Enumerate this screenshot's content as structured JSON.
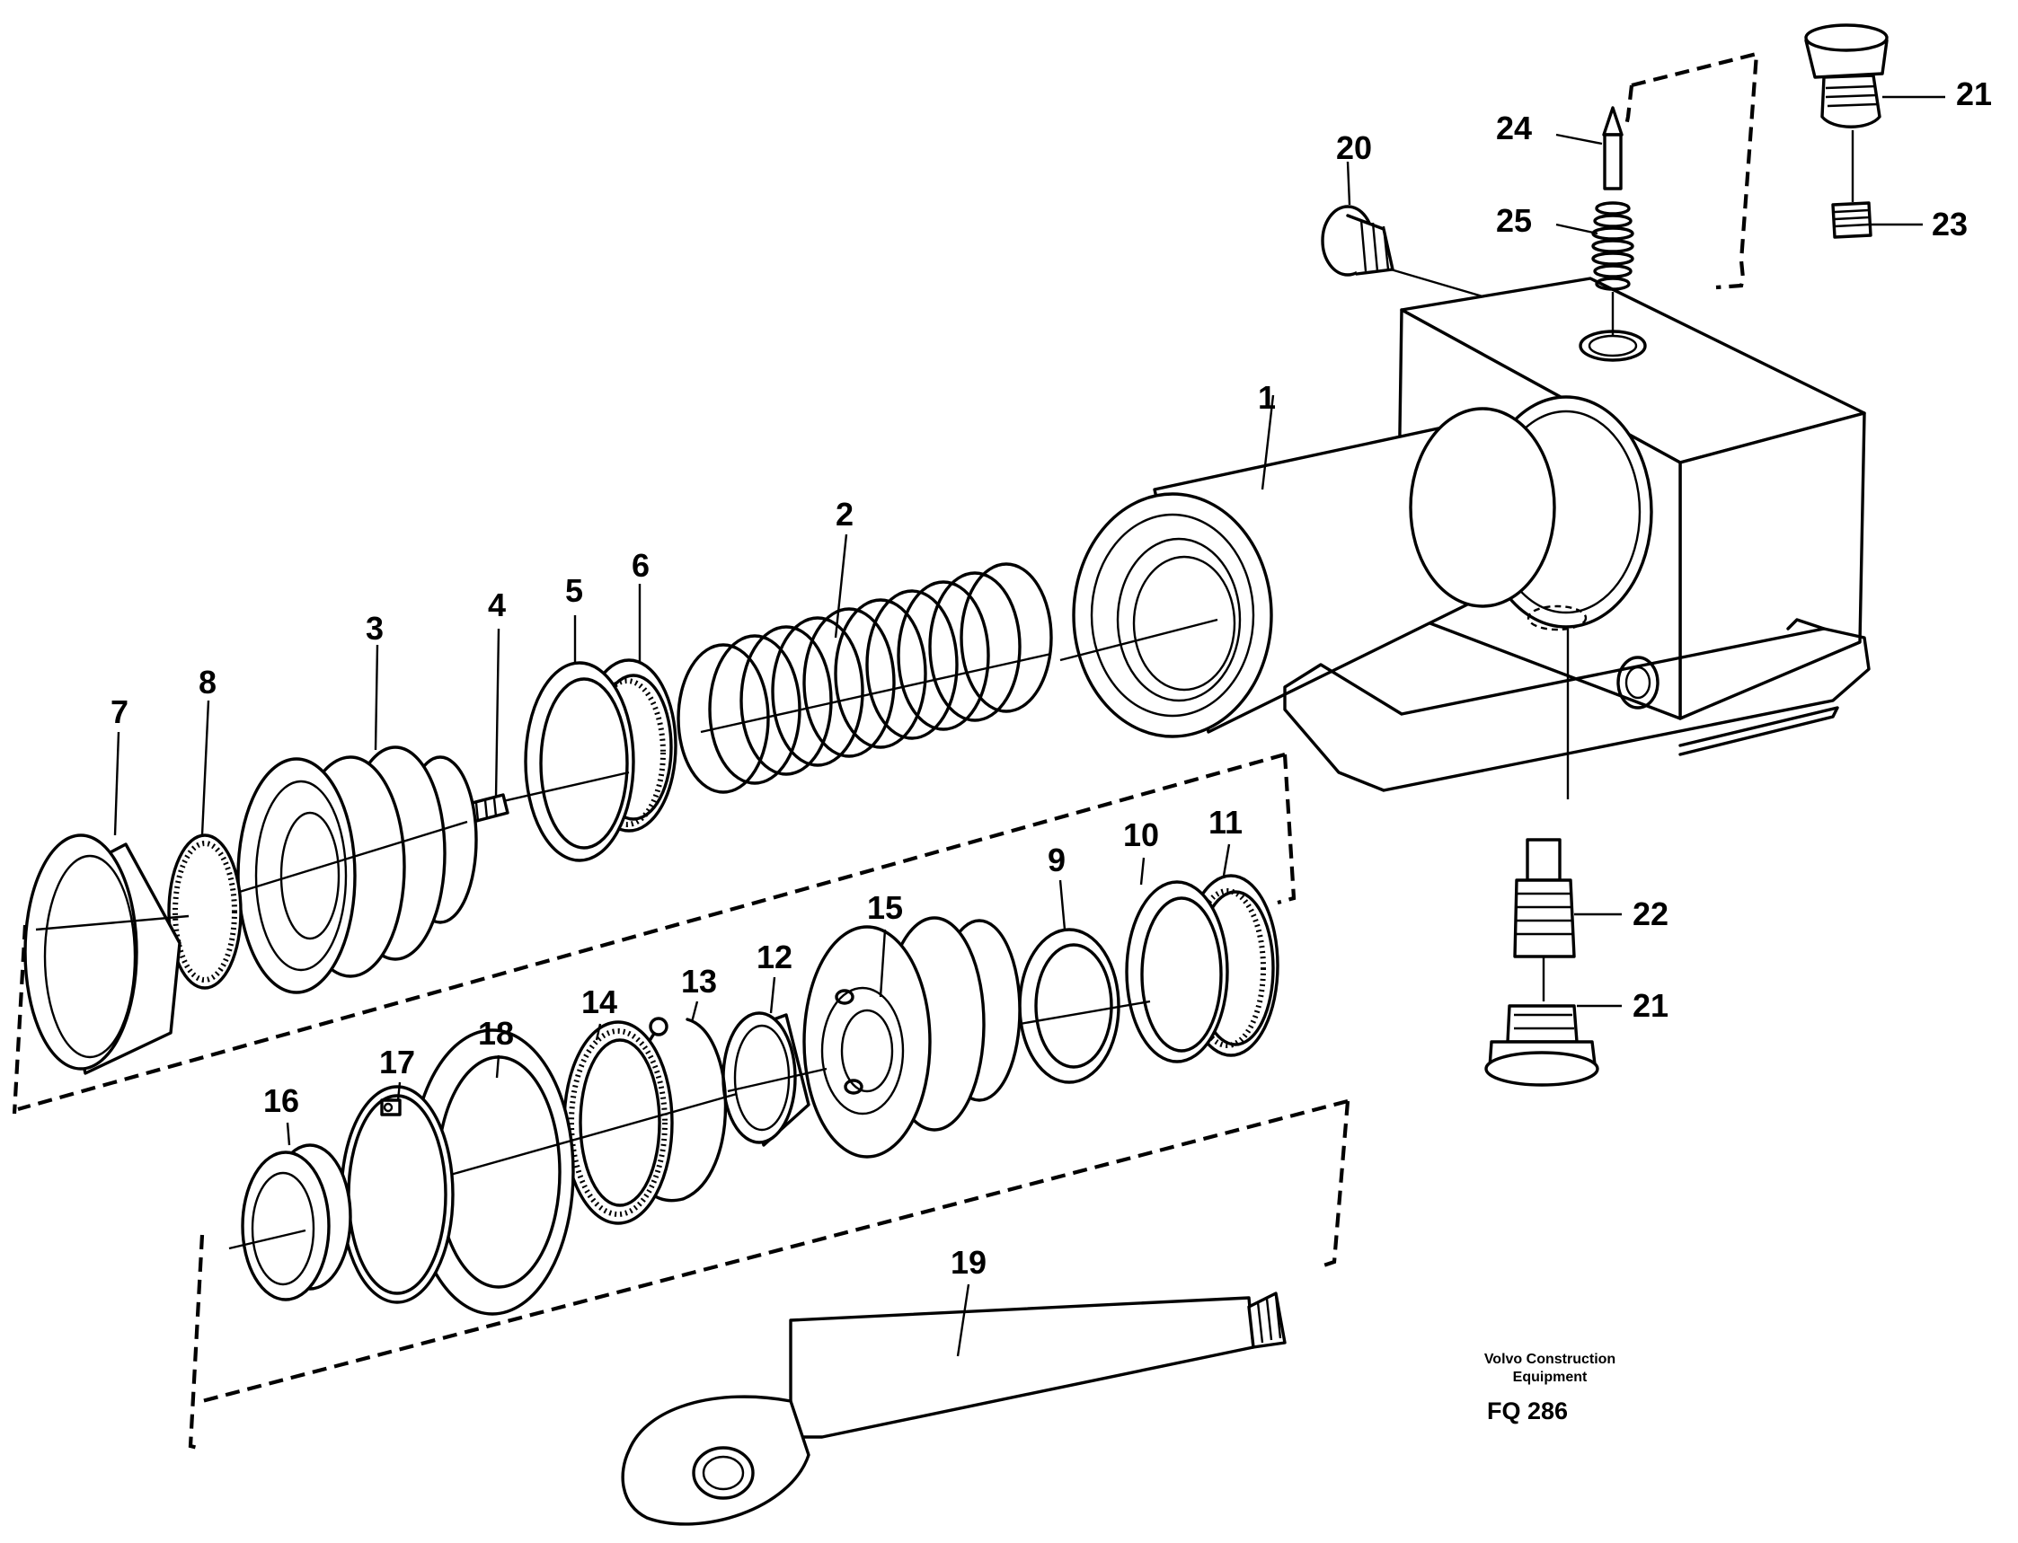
{
  "callouts": {
    "c1": "1",
    "c2": "2",
    "c3": "3",
    "c4": "4",
    "c5": "5",
    "c6": "6",
    "c7": "7",
    "c8": "8",
    "c9": "9",
    "c10": "10",
    "c11": "11",
    "c12": "12",
    "c13": "13",
    "c14": "14",
    "c15": "15",
    "c16": "16",
    "c17": "17",
    "c18": "18",
    "c19": "19",
    "c20": "20",
    "c21_top": "21",
    "c21_bottom": "21",
    "c22": "22",
    "c23": "23",
    "c24": "24",
    "c25": "25"
  },
  "branding": {
    "company_line1": "Volvo Construction",
    "company_line2": "Equipment",
    "drawing_code": "FQ 286"
  }
}
